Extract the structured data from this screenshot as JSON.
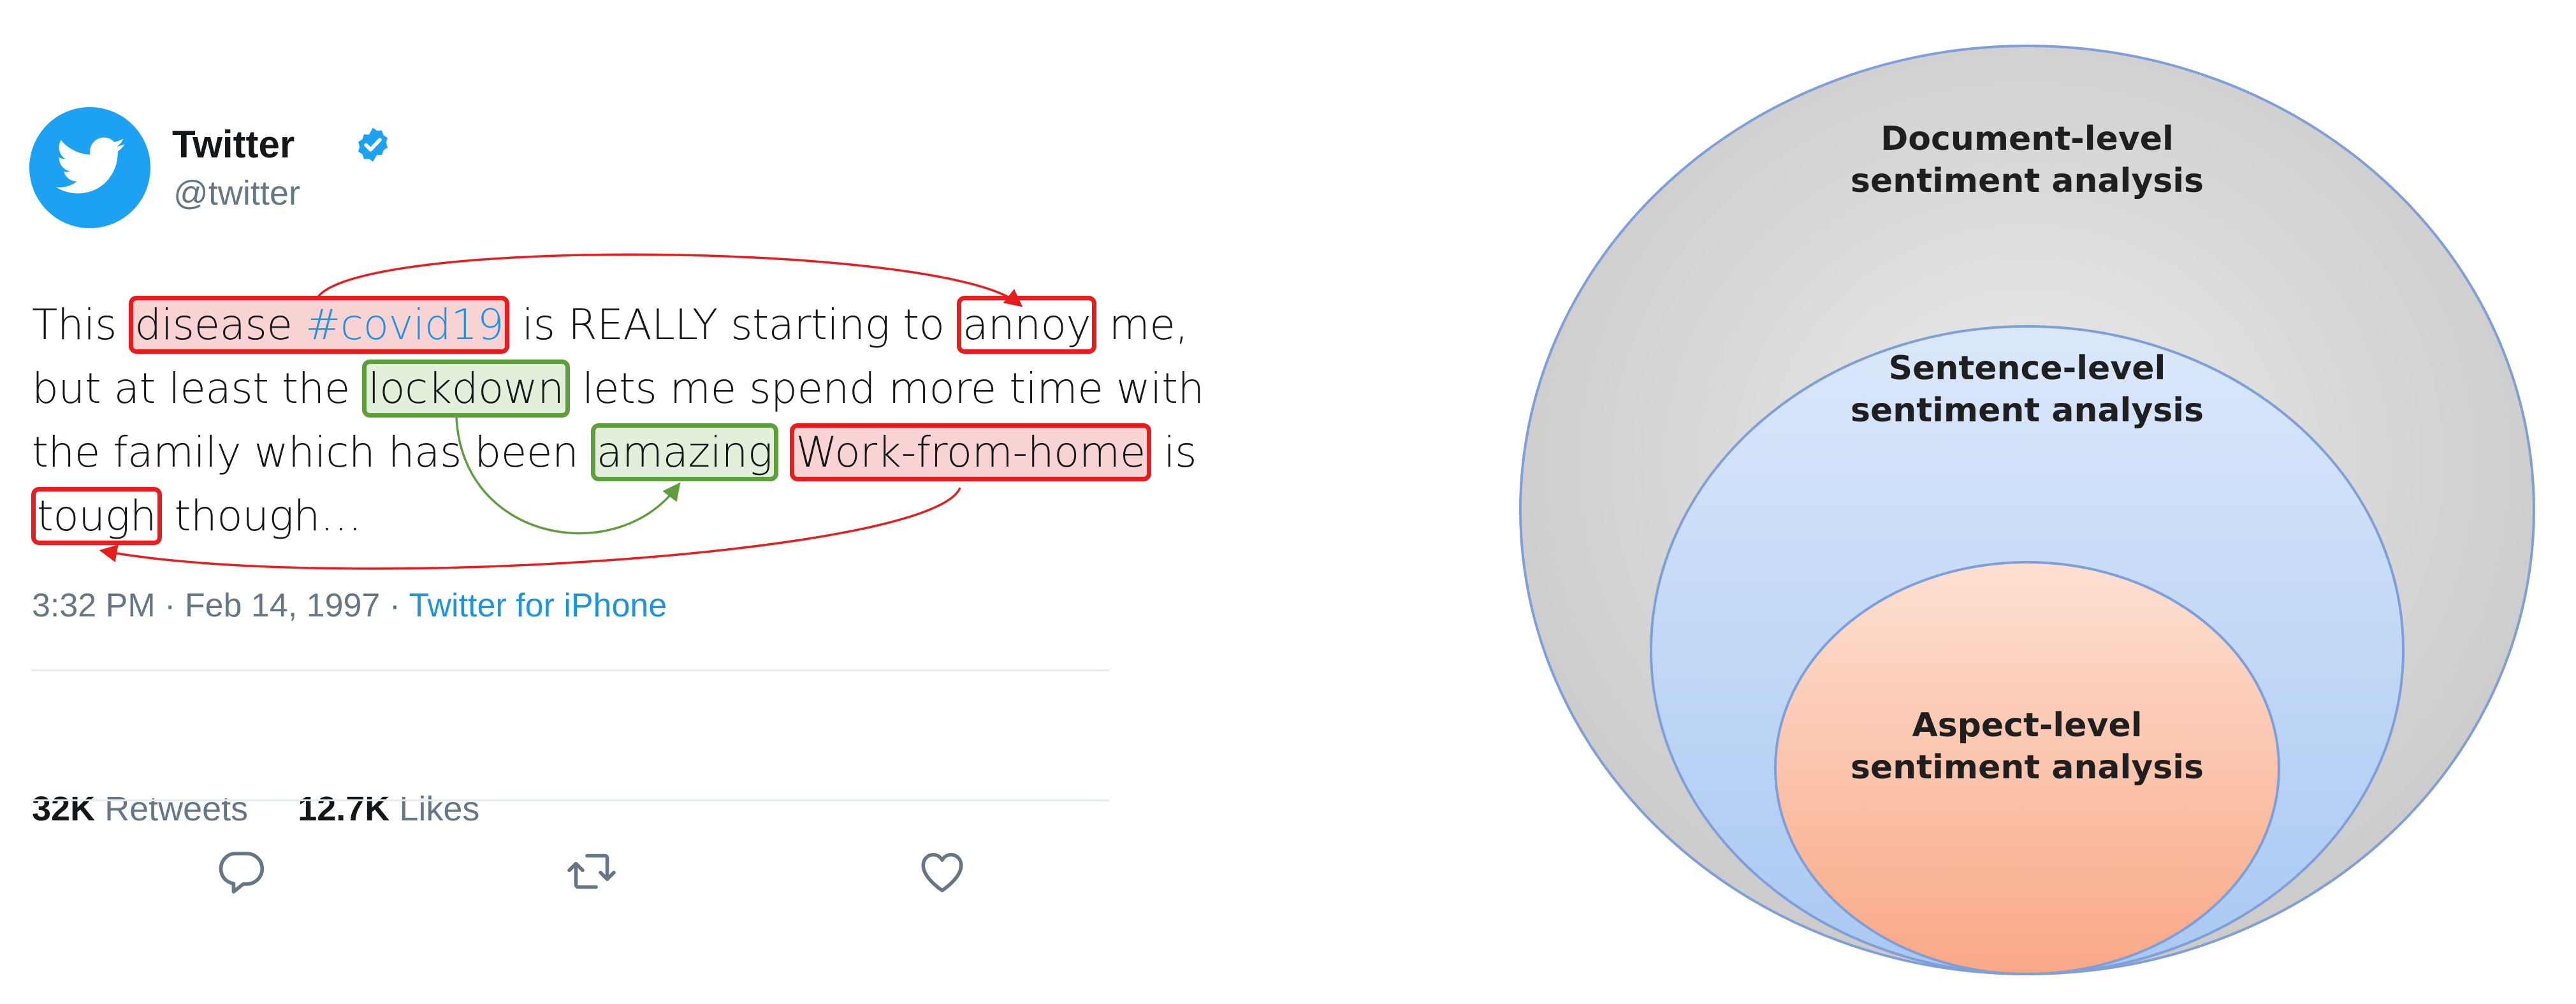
{
  "tweet": {
    "account_name": "Twitter",
    "account_handle": "@twitter",
    "text": {
      "w_this": "This",
      "w_disease": "disease",
      "w_hashtag": "#covid19",
      "w_mid1": "is REALLY starting to",
      "w_annoy": "annoy",
      "w_end1": "me,",
      "w_but": "but at least the",
      "w_lockdown": "lockdown",
      "w_mid2": "lets me spend more time with",
      "w_family": "the family which has been",
      "w_amazing": "amazing",
      "w_wfh": "Work-from-home",
      "w_is": "is",
      "w_tough": "tough",
      "w_though": "though…"
    },
    "timestamp": "3:32 PM · Feb 14, 1997 ·",
    "source": "Twitter for iPhone",
    "retweets_count": "32K",
    "retweets_label": "Retweets",
    "likes_count": "12.7K",
    "likes_label": "Likes",
    "icons": {
      "avatar": "twitter-bird-icon",
      "verified": "verified-badge-icon",
      "reply": "reply-icon",
      "retweet": "retweet-icon",
      "like": "heart-icon"
    }
  },
  "highlight_colors": {
    "negative": "#e81c1c",
    "positive": "#5f9e3c",
    "hashtag": "#1b95e0"
  },
  "levels": {
    "document": {
      "line1": "Document-level",
      "line2": "sentiment analysis",
      "color": "#d0d0d0"
    },
    "sentence": {
      "line1": "Sentence-level",
      "line2": "sentiment analysis",
      "color": "#c6dbf7"
    },
    "aspect": {
      "line1": "Aspect-level",
      "line2": "sentiment analysis",
      "color": "#fbc1a8"
    }
  }
}
